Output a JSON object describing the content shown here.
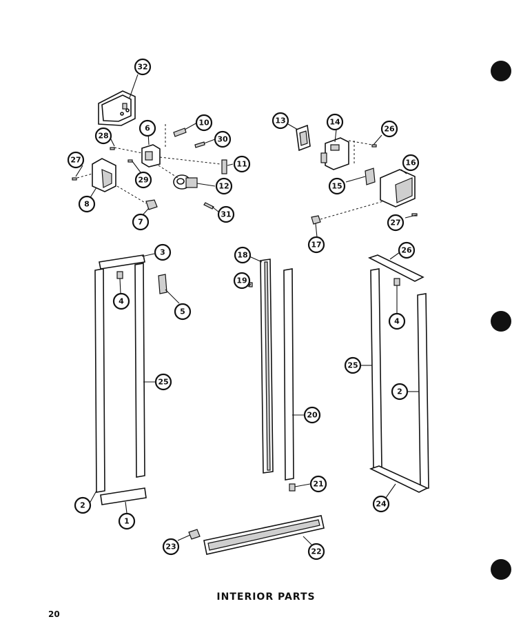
{
  "title": "INTERIOR PARTS",
  "page_number": "20",
  "callouts": [
    "32",
    "28",
    "6",
    "10",
    "30",
    "27",
    "29",
    "11",
    "8",
    "12",
    "7",
    "31",
    "13",
    "14",
    "26",
    "15",
    "16",
    "27",
    "17",
    "3",
    "4",
    "5",
    "25",
    "2",
    "1",
    "18",
    "19",
    "20",
    "21",
    "26",
    "4",
    "25",
    "2",
    "24",
    "22",
    "23"
  ],
  "colors": {
    "ink": "#111111",
    "paper": "#ffffff",
    "shade": "#cfcfcf"
  }
}
